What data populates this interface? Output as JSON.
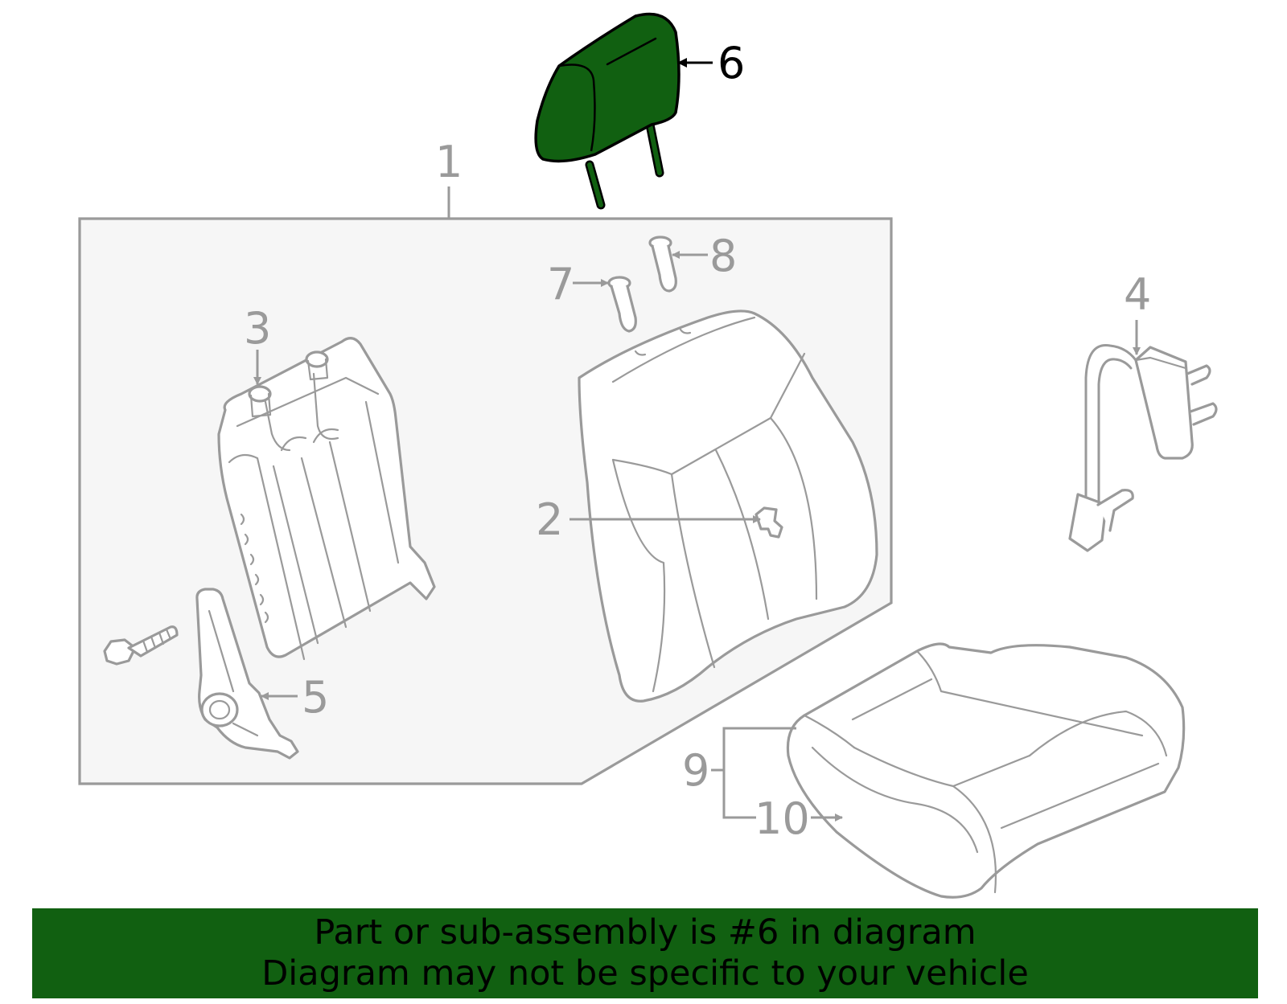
{
  "diagram": {
    "highlighted_part": "6",
    "colors": {
      "highlight": "#116011",
      "line": "#9a9a9a",
      "box_fill": "#f6f6f6",
      "banner_bg": "#116011"
    },
    "callouts": [
      {
        "id": "c1",
        "label": "1"
      },
      {
        "id": "c2",
        "label": "2"
      },
      {
        "id": "c3",
        "label": "3"
      },
      {
        "id": "c4",
        "label": "4"
      },
      {
        "id": "c5",
        "label": "5"
      },
      {
        "id": "c6",
        "label": "6"
      },
      {
        "id": "c7",
        "label": "7"
      },
      {
        "id": "c8",
        "label": "8"
      },
      {
        "id": "c9",
        "label": "9"
      },
      {
        "id": "c10",
        "label": "10"
      }
    ]
  },
  "banner": {
    "line1": "Part or sub-assembly is #6 in diagram",
    "line2": "Diagram may not be specific to your vehicle"
  }
}
